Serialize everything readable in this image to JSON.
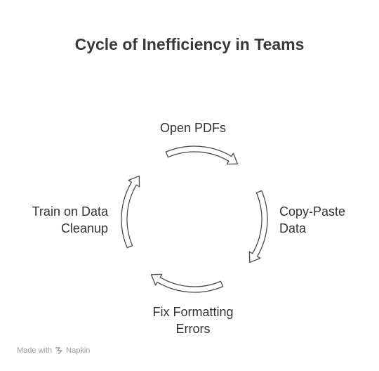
{
  "title": "Cycle of Inefficiency in Teams",
  "steps": [
    {
      "lines": [
        "Open PDFs"
      ]
    },
    {
      "lines": [
        "Copy-Paste",
        "Data"
      ]
    },
    {
      "lines": [
        "Fix Formatting",
        "Errors"
      ]
    },
    {
      "lines": [
        "Train on Data",
        "Cleanup"
      ]
    }
  ],
  "footer": {
    "made_with": "Made with",
    "brand": "Napkin"
  },
  "colors": {
    "arrow_stroke": "#4a4a4a",
    "arrow_fill": "#ffffff",
    "text": "#333333",
    "footer": "#9a9a9a"
  }
}
